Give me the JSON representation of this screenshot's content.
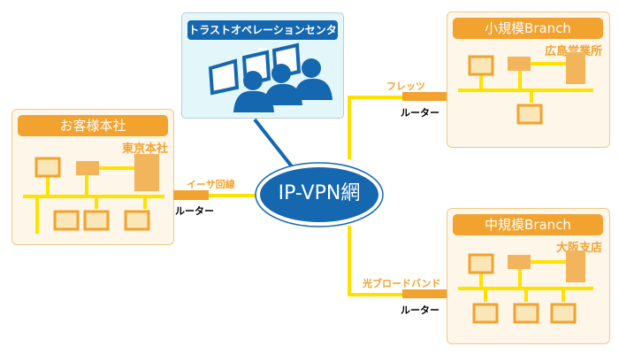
{
  "operation_center": {
    "title": "トラストオペレーションセンター",
    "icon": "call-center-operators-icon"
  },
  "network": {
    "label": "IP-VPN網"
  },
  "sites": {
    "hq": {
      "title": "お客様本社",
      "location": "東京本社",
      "link": "イーサ回線",
      "router": "ルーター"
    },
    "small_branch": {
      "title": "小規模Branch",
      "location": "広島営業所",
      "link": "フレッツ",
      "router": "ルーター"
    },
    "medium_branch": {
      "title": "中規模Branch",
      "location": "大阪支店",
      "link": "光ブロードバンド",
      "router": "ルーター"
    }
  },
  "colors": {
    "orange": "#f2a22e",
    "blue": "#1567b0",
    "yellow": "#ffe100",
    "site_bg": "#fdf6e9"
  }
}
